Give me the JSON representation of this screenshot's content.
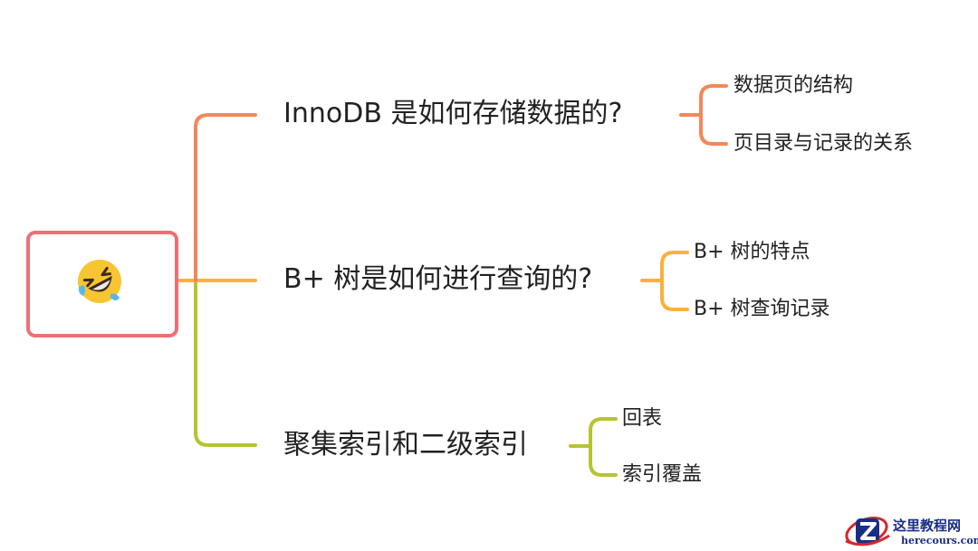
{
  "mindmap": {
    "root": {
      "icon": "rolling-on-floor-laughing-emoji"
    },
    "branches": [
      {
        "label": "InnoDB 是如何存储数据的?",
        "color": "#f4875a",
        "children": [
          "数据页的结构",
          "页目录与记录的关系"
        ]
      },
      {
        "label": "B+ 树是如何进行查询的?",
        "color": "#fbb03b",
        "children": [
          "B+ 树的特点",
          "B+ 树查询记录"
        ]
      },
      {
        "label": "聚集索引和二级索引",
        "color": "#b5c42e",
        "children": [
          "回表",
          "索引覆盖"
        ]
      }
    ],
    "root_border_color": "#ee6f74"
  },
  "watermark": {
    "title": "这里教程网",
    "url": "herecours.com"
  }
}
